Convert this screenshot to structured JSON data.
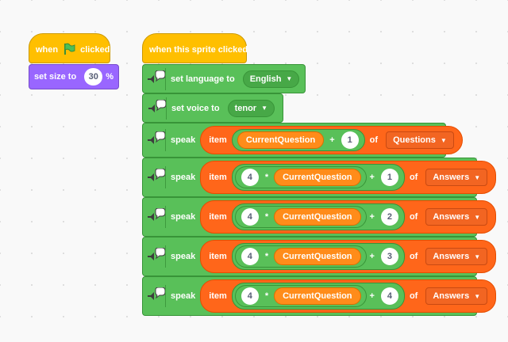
{
  "script1": {
    "hat_when": "when",
    "hat_clicked": "clicked",
    "set_size_label": "set size to",
    "set_size_value": "30",
    "set_size_unit": "%"
  },
  "script2": {
    "hat_label": "when this sprite clicked",
    "set_language_label": "set language to",
    "set_language_value": "English",
    "set_voice_label": "set voice to",
    "set_voice_value": "tenor",
    "speak_label": "speak",
    "item_label": "item",
    "of_label": "of",
    "plus_symbol": "+",
    "times_symbol": "*",
    "speak1": {
      "variable": "CurrentQuestion",
      "add": "1",
      "list": "Questions"
    },
    "speak_answers": [
      {
        "multiplier": "4",
        "variable": "CurrentQuestion",
        "add": "1",
        "list": "Answers"
      },
      {
        "multiplier": "4",
        "variable": "CurrentQuestion",
        "add": "2",
        "list": "Answers"
      },
      {
        "multiplier": "4",
        "variable": "CurrentQuestion",
        "add": "3",
        "list": "Answers"
      },
      {
        "multiplier": "4",
        "variable": "CurrentQuestion",
        "add": "4",
        "list": "Answers"
      }
    ]
  },
  "icons": {
    "flag": "green-flag-icon",
    "speaker": "text-to-speech-icon",
    "caret": "dropdown-caret-icon"
  },
  "colors": {
    "events": "#ffbf00",
    "looks": "#9966ff",
    "text_to_speech": "#59c059",
    "lists": "#ff661a",
    "variables": "#ff8c1a"
  }
}
